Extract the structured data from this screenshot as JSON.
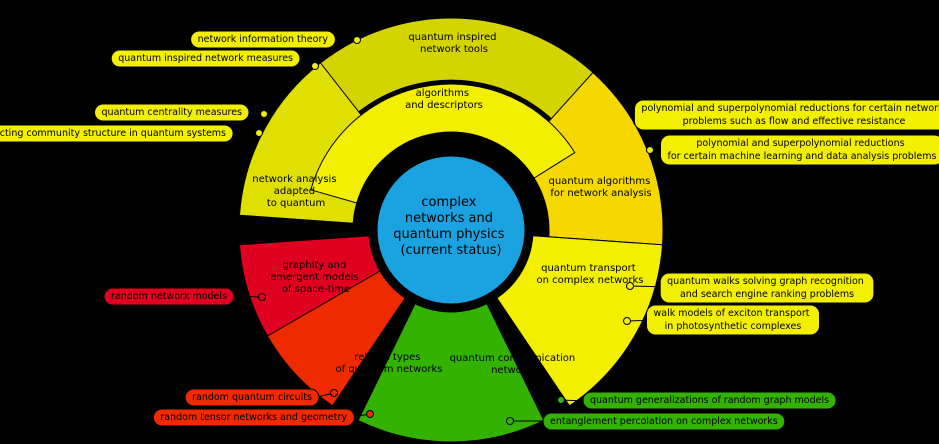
{
  "center": {
    "lines": [
      "complex",
      "networks and",
      "quantum physics",
      "(current status)"
    ],
    "color": "#1aa3e0"
  },
  "segments": [
    {
      "id": "quantum-inspired-network-tools",
      "lines": [
        "quantum inspired",
        "network tools"
      ],
      "color": "#d4d400"
    },
    {
      "id": "algorithms-and-descriptors",
      "lines": [
        "algorithms",
        "and descriptors"
      ],
      "color": "#f2ef00"
    },
    {
      "id": "network-analysis-adapted-to-quantum",
      "lines": [
        "network analysis",
        "adapted",
        "to quantum"
      ],
      "color": "#e0e000"
    },
    {
      "id": "quantum-algorithms-for-network-analysis",
      "lines": [
        "quantum algorithms",
        "for network analysis"
      ],
      "color": "#f5d800"
    },
    {
      "id": "quantum-transport-on-complex-networks",
      "lines": [
        "quantum transport",
        "on complex networks"
      ],
      "color": "#f2ef00"
    },
    {
      "id": "quantum-communication-networks",
      "lines": [
        "quantum communication",
        "networks"
      ],
      "color": "#33b300"
    },
    {
      "id": "related-types-of-quantum-networks",
      "lines": [
        "related types",
        "of quantum networks"
      ],
      "color": "#f02a00"
    },
    {
      "id": "graphity-and-emergent-models",
      "lines": [
        "graphity and",
        "emergent models",
        "of space-time"
      ],
      "color": "#e0001f"
    }
  ],
  "labels": [
    {
      "id": "network-information-theory",
      "lines": [
        "network information theory"
      ],
      "color": "#f2ef00"
    },
    {
      "id": "quantum-inspired-network-measures",
      "lines": [
        "quantum inspired network measures"
      ],
      "color": "#f2ef00"
    },
    {
      "id": "quantum-centrality-measures",
      "lines": [
        "quantum centrality measures"
      ],
      "color": "#f2ef00"
    },
    {
      "id": "detecting-community-structure",
      "lines": [
        "detecting community structure in quantum systems"
      ],
      "color": "#f2ef00"
    },
    {
      "id": "polynomial-reductions-network-problems",
      "lines": [
        "polynomial and superpolynomial reductions for certain network",
        "problems such as flow and effective resistance"
      ],
      "color": "#f2ef00"
    },
    {
      "id": "polynomial-reductions-machine-learning",
      "lines": [
        "polynomial and superpolynomial reductions",
        "for certain machine learning and data analysis problems"
      ],
      "color": "#f2ef00"
    },
    {
      "id": "quantum-walks-graph-recognition",
      "lines": [
        "quantum walks solving graph recognition",
        "and search engine ranking problems"
      ],
      "color": "#f2ef00"
    },
    {
      "id": "walk-models-exciton-transport",
      "lines": [
        "walk models of exciton transport",
        "in photosynthetic complexes"
      ],
      "color": "#f2ef00"
    },
    {
      "id": "random-network-models",
      "lines": [
        "random network models"
      ],
      "color": "#e0001f"
    },
    {
      "id": "random-quantum-circuits",
      "lines": [
        "random quantum circuits"
      ],
      "color": "#f02a00"
    },
    {
      "id": "random-tensor-networks",
      "lines": [
        "random tensor networks and geometry"
      ],
      "color": "#f02a00"
    },
    {
      "id": "quantum-generalizations-random-graph",
      "lines": [
        "quantum generalizations of random graph models"
      ],
      "color": "#33b300"
    },
    {
      "id": "entanglement-percolation",
      "lines": [
        "entanglement percolation on complex networks"
      ],
      "color": "#33b300"
    }
  ]
}
